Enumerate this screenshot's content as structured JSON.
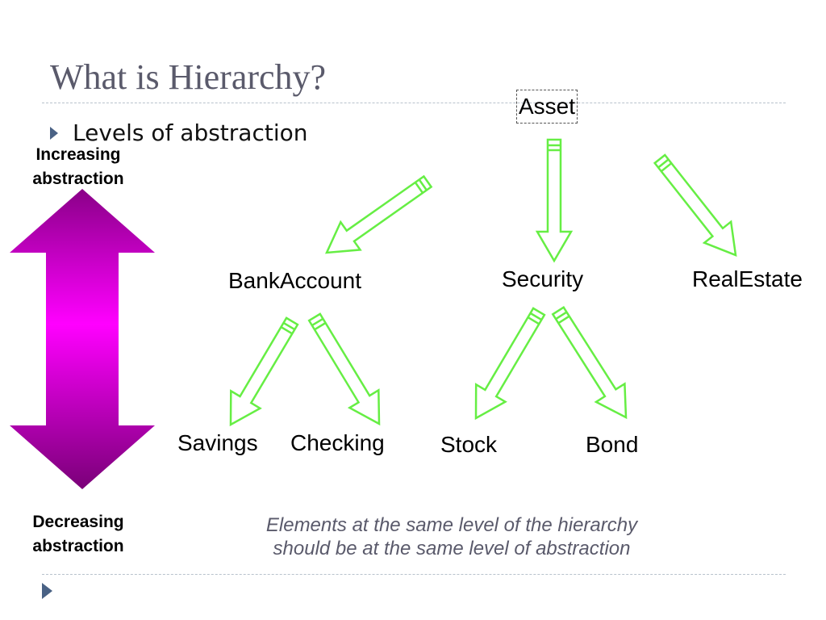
{
  "slide": {
    "title": "What is Hierarchy?",
    "bullet": "Levels of abstraction",
    "top_label_line1": "Increasing",
    "top_label_line2": "abstraction",
    "bottom_label_line1": "Decreasing",
    "bottom_label_line2": "abstraction",
    "caption_line1": "Elements at the same level of the hierarchy",
    "caption_line2": "should be at the same level of abstraction"
  },
  "hierarchy": {
    "root": "Asset",
    "level1": [
      "BankAccount",
      "Security",
      "RealEstate"
    ],
    "level2": [
      "Savings",
      "Checking",
      "Stock",
      "Bond"
    ]
  },
  "colors": {
    "title": "#5a5a6b",
    "arrow_stroke": "#66ee44",
    "double_arrow": "#ff00ff",
    "bullet": "#4a6285"
  },
  "icons": {
    "bullet": "right-triangle-bullet",
    "arrows": "block-arrow-outline",
    "scale": "double-headed-vertical-arrow"
  }
}
